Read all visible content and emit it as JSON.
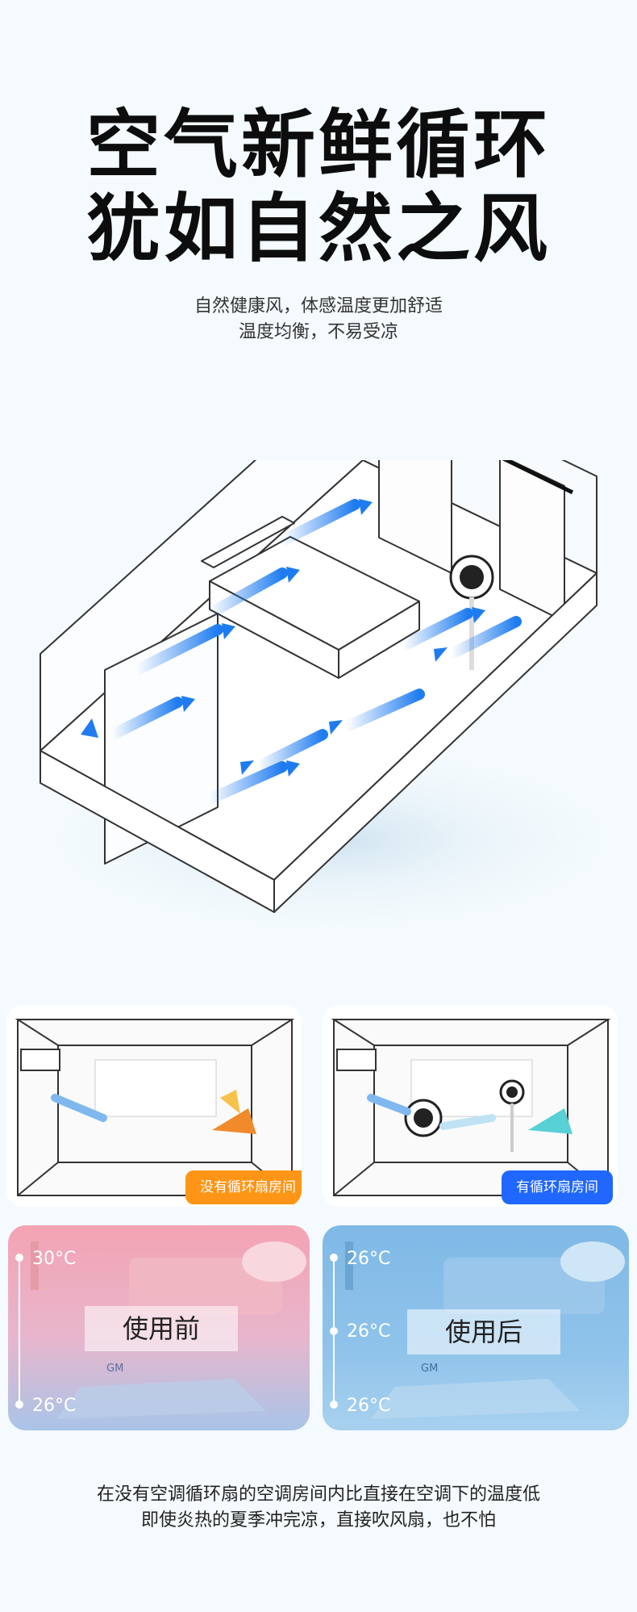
{
  "headline": {
    "line1": "空气新鲜循环",
    "line2": "犹如自然之风"
  },
  "subline": {
    "line1": "自然健康风，体感温度更加舒适",
    "line2": "温度均衡，不易受凉"
  },
  "comparison": {
    "without": {
      "label": "没有循环扇房间"
    },
    "with": {
      "label": "有循环扇房间"
    }
  },
  "before": {
    "label": "使用前",
    "temp_top": "30°C",
    "temp_bottom": "26°C",
    "watermark": "GM"
  },
  "after": {
    "label": "使用后",
    "temp_top": "26°C",
    "temp_mid": "26°C",
    "temp_bottom": "26°C",
    "watermark": "GM"
  },
  "footer": {
    "line1": "在没有空调循环扇的空调房间内比直接在空调下的温度低",
    "line2": "即使炎热的夏季冲完凉，直接吹风扇，也不怕"
  },
  "colors": {
    "arrow_blue": "#1f7cf0",
    "badge_orange": "#ff9516",
    "badge_blue": "#1f67ff",
    "photo_pink": "#f2a7b4",
    "photo_blue": "#8cc4ec"
  }
}
